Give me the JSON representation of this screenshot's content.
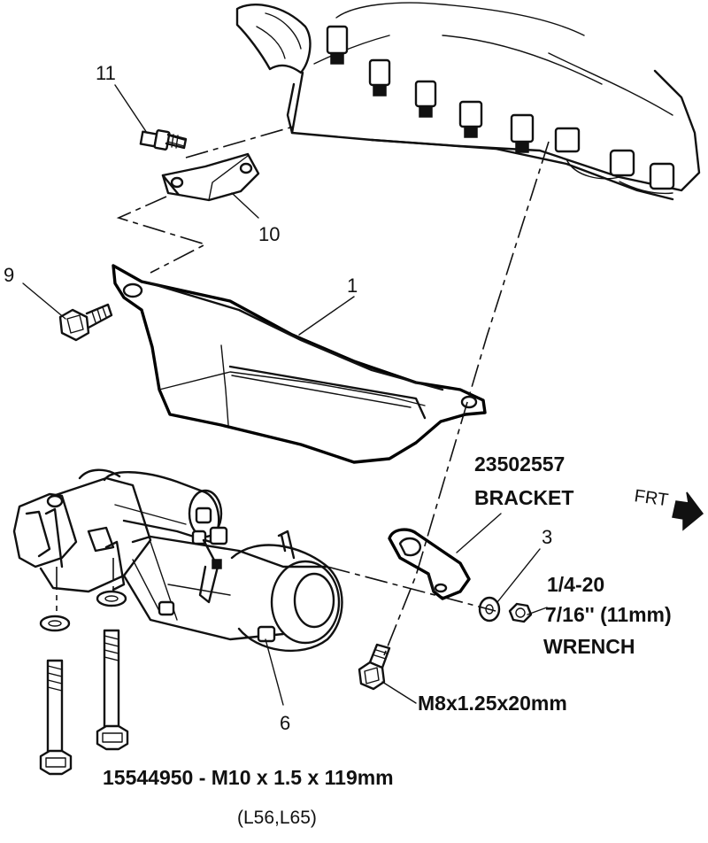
{
  "callouts": {
    "c11": "11",
    "c10": "10",
    "c9": "9",
    "c1": "1",
    "c3": "3",
    "c6": "6"
  },
  "bracket": {
    "part_number": "23502557",
    "name": "BRACKET"
  },
  "nut": {
    "thread": "1/4-20",
    "size": "7/16'' (11mm)",
    "tool": "WRENCH"
  },
  "bolt_small": {
    "spec": "M8x1.25x20mm"
  },
  "bolt_long": {
    "spec": "15544950 - M10 x 1.5 x 119mm",
    "applications": "(L56,L65)"
  },
  "orientation": {
    "label": "FRT"
  }
}
